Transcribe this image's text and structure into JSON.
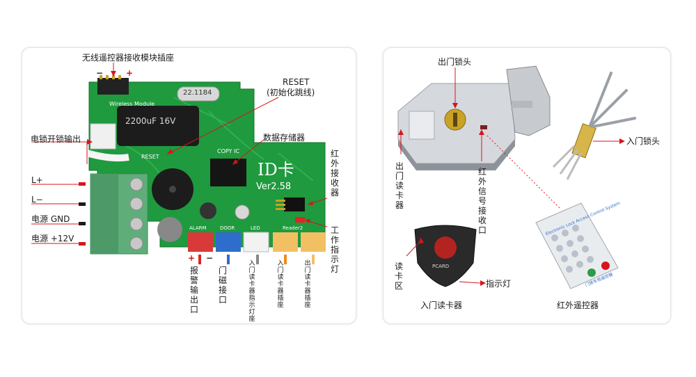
{
  "left_panel": {
    "title_wireless": "无线遥控器接收模块插座",
    "minus": "−",
    "plus": "+",
    "reset": "RESET",
    "reset_sub": "(初始化跳线)",
    "data_storage": "数据存储器",
    "lock_output": "电锁开锁输出",
    "l_plus": "L+",
    "l_minus": "L−",
    "power_gnd": "电源 GND",
    "power_12v": "电源 +12V",
    "ir_receiver": "红外接收器",
    "work_led": "工作指示灯",
    "alarm_out": "报警输出口",
    "door_sensor": "门磁接口",
    "reader_led_socket": "入门读卡器指示灯座",
    "entry_reader_socket": "入门读卡器插座",
    "exit_reader_socket": "出门读卡器插座",
    "board": {
      "crystal": "22.1184",
      "wireless_module": "Wireless Module",
      "capacitor": "2200uF 16V",
      "reset_text": "RESET",
      "copy_ic": "COPY IC",
      "id_card": "ID卡",
      "version": "Ver2.58",
      "alarm": "ALARM",
      "door": "DOOR",
      "led": "LED",
      "reader2": "Reader2"
    }
  },
  "right_panel": {
    "exit_lock_head": "出门锁头",
    "exit_reader": "出门读卡器",
    "ir_signal_port": "红外信号接收口",
    "entry_lock_head": "入门锁头",
    "reader_area": "读卡区",
    "indicator_light": "指示灯",
    "entry_reader": "入门读卡器",
    "ir_remote": "红外遥控器",
    "remote_text": "Electronic Lock Access Control System",
    "remote_subtext": "门禁专用遥控器",
    "reader_brand": "PCARD"
  },
  "colors": {
    "pcb_green": "#1f9a3e",
    "arrow_red": "#d9141b",
    "terminal_green": "#5fae7a",
    "border": "#dfe4e8"
  }
}
